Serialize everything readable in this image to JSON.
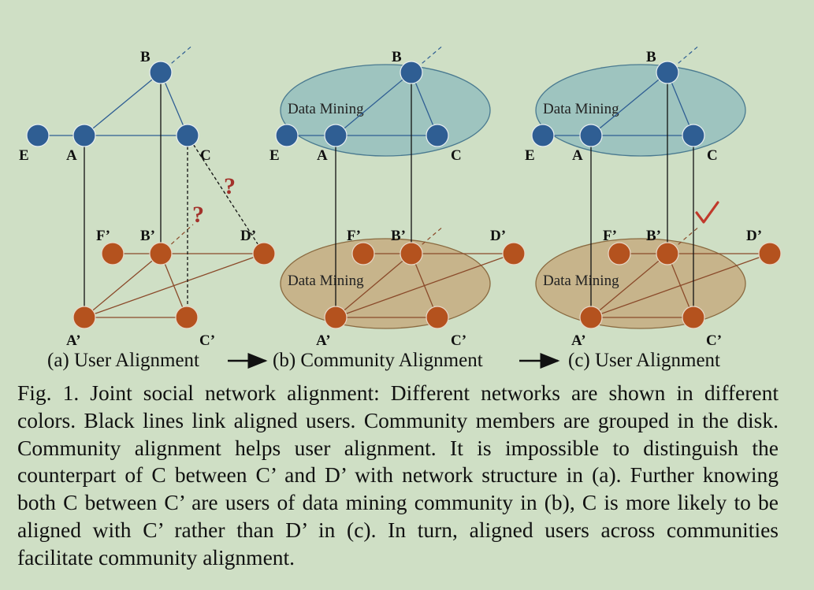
{
  "nodes": {
    "B": "B",
    "A": "A",
    "C": "C",
    "E": "E",
    "Fp": "F’",
    "Bp": "B’",
    "Dp": "D’",
    "Ap": "A’",
    "Cp": "C’"
  },
  "communities": {
    "top": "Data Mining",
    "bottom": "Data Mining"
  },
  "uncertain_mark": "?",
  "panels": [
    {
      "caption": "(a) User Alignment"
    },
    {
      "caption": "(b) Community Alignment"
    },
    {
      "caption": "(c) User Alignment"
    }
  ],
  "caption_text": "Fig. 1.  Joint social network alignment: Different networks are shown in different colors. Black lines link aligned users. Community members are grouped in the disk. Community alignment helps user alignment. It is impossible to distinguish the counterpart of C between C’ and D’ with network structure in (a). Further knowing both C between C’ are users of data mining community in (b), C is more likely to be aligned with C’ rather than D’ in (c). In turn, aligned users across communities facilitate community alignment.",
  "colors": {
    "background": "#cfdfc5",
    "network1_node": "#2f5e93",
    "network2_node": "#b4521e",
    "top_disk": "#9ec4bf",
    "bottom_disk": "#c7b48b",
    "question_mark": "#a3322b",
    "check_mark": "#c0392b"
  }
}
